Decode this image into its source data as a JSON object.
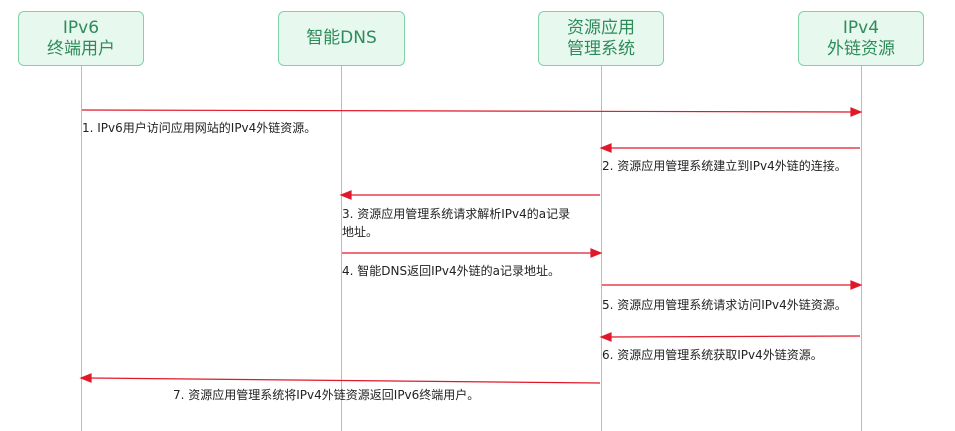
{
  "actors": [
    {
      "id": "ipv6_user",
      "label": "IPv6\n终端用户"
    },
    {
      "id": "smart_dns",
      "label": "智能DNS"
    },
    {
      "id": "mgmt",
      "label": "资源应用\n管理系统"
    },
    {
      "id": "ipv4_res",
      "label": "IPv4\n外链资源"
    }
  ],
  "messages": [
    {
      "text": "1. IPv6用户访问应用网站的IPv4外链资源。"
    },
    {
      "text": "2. 资源应用管理系统建立到IPv4外链的连接。"
    },
    {
      "text": "3. 资源应用管理系统请求解析IPv4的a记录\n地址。"
    },
    {
      "text": "4. 智能DNS返回IPv4外链的a记录地址。"
    },
    {
      "text": "5. 资源应用管理系统请求访问IPv4外链资源。"
    },
    {
      "text": "6. 资源应用管理系统获取IPv4外链资源。"
    },
    {
      "text": "7. 资源应用管理系统将IPv4外链资源返回IPv6终端用户。"
    }
  ],
  "colors": {
    "arrow": "#e0192a",
    "lifeline": "#8fc8e8",
    "actor_fill": "#e7f8ee",
    "actor_border": "#7fd3a6",
    "actor_text": "#2e8b5a"
  }
}
